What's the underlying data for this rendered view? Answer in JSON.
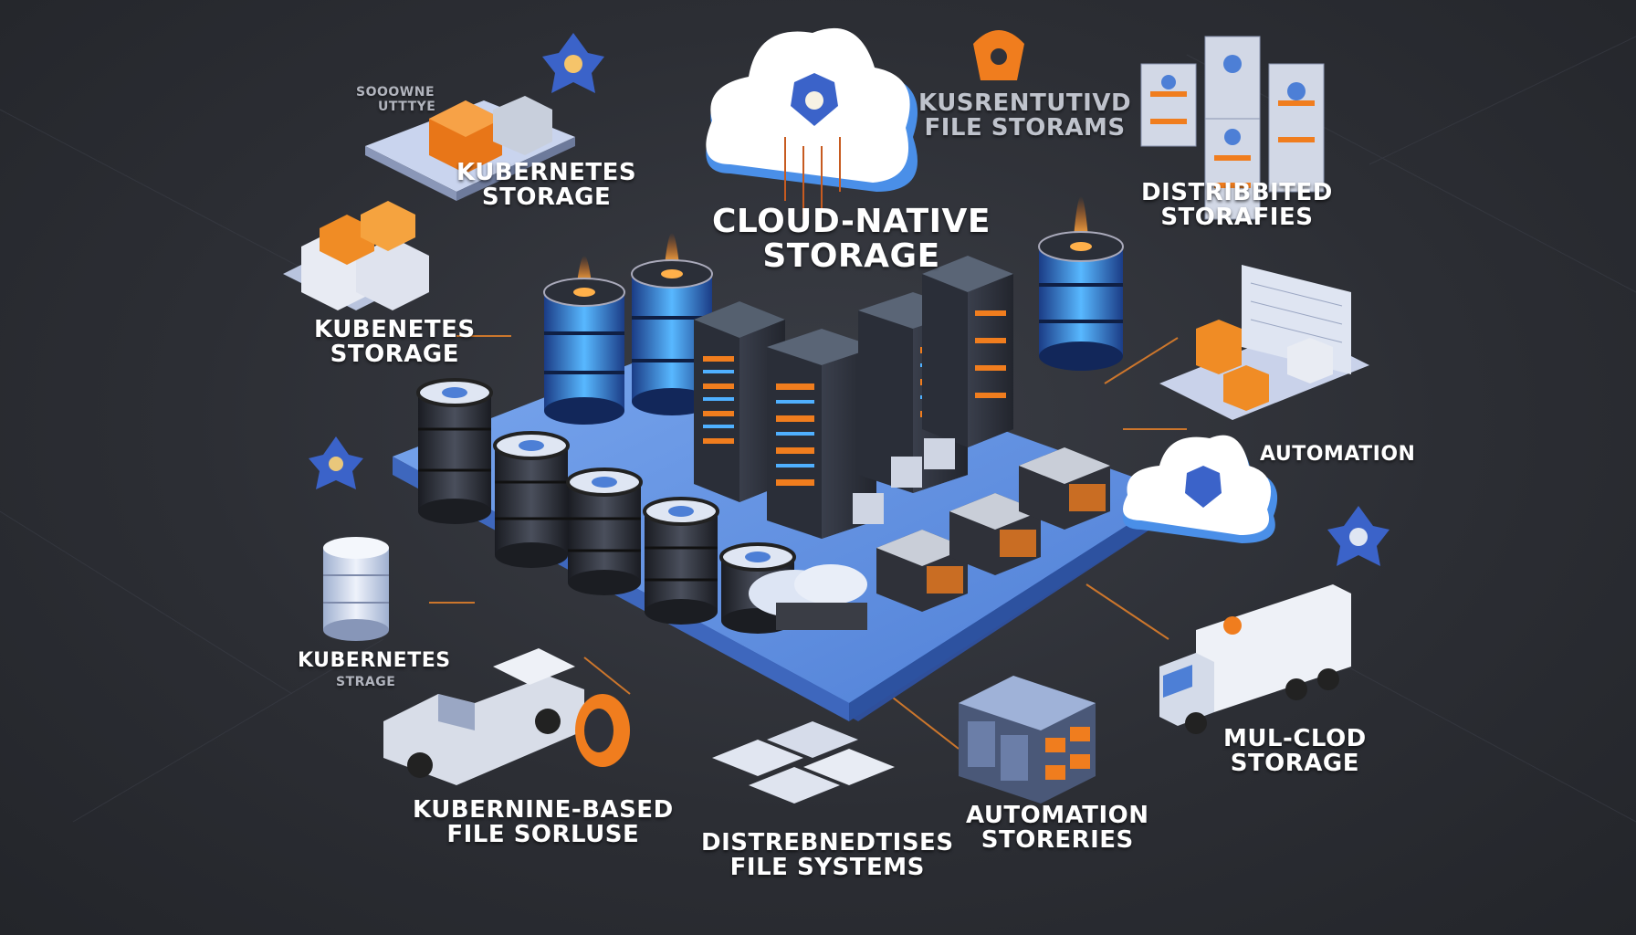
{
  "labels": {
    "center_title": [
      "CLOUD-NATIVE",
      "STORAGE"
    ],
    "top_middle": [
      "KUSRENTUTIVD",
      "FILE STORAMS"
    ],
    "top_left_small_1": "SOOOWNE",
    "top_left_small_2": "UTTTYE",
    "top_right": [
      "DISTRIBBITED",
      "STORAFIES"
    ],
    "k8s_storage_1": [
      "KUBERNETES",
      "STORAGE"
    ],
    "k8s_storage_2": [
      "KUBENETES",
      "STORAGE"
    ],
    "automation": "AUTOMATION",
    "kubernetes_left": "KUBERNETES",
    "kubernetes_left_sub": "STRAGE",
    "multi_cloud": [
      "MUL-CLOD",
      "STORAGE"
    ],
    "kubernine_based": [
      "KUBERNINE-BASED",
      "FILE SORLUSE"
    ],
    "distributed_fs": [
      "DISTREBNEDTISES",
      "FILE SYSTEMS"
    ],
    "automation_stores": [
      "AUTOMATION",
      "STORERIES"
    ]
  },
  "icons": [
    "cloud-icon",
    "kubernetes-shield-icon",
    "database-cylinder-icon",
    "server-rack-icon",
    "truck-icon",
    "pickup-truck-icon",
    "storage-box-icon",
    "monitor-icon"
  ],
  "colors": {
    "background": "#2c2e34",
    "platform": "#5f8fe0",
    "accent_orange": "#f07d1e",
    "accent_blue": "#4fb0ff",
    "server_dark": "#2b2f3a"
  }
}
